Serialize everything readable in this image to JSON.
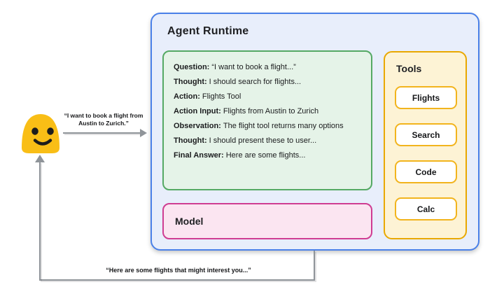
{
  "user": {
    "emoji": "smiling-blob-face",
    "request_text": "“I want to book a flight from Austin to Zurich.”",
    "response_text": "“Here are some flights that might interest you...”"
  },
  "agent_runtime": {
    "title": "Agent Runtime",
    "scratchpad": {
      "lines": [
        {
          "label": "Question:",
          "text": "“I want to book a flight...”"
        },
        {
          "label": "Thought:",
          "text": "I should search for flights..."
        },
        {
          "label": "Action:",
          "text": "Flights Tool"
        },
        {
          "label": "Action Input:",
          "text": "Flights from Austin to Zurich"
        },
        {
          "label": "Observation:",
          "text": "The flight tool returns many options"
        },
        {
          "label": "Thought:",
          "text": "I should present these to user..."
        },
        {
          "label": "Final Answer:",
          "text": "Here are some flights..."
        }
      ]
    },
    "model": {
      "label": "Model"
    },
    "tools": {
      "title": "Tools",
      "buttons": [
        "Flights",
        "Search",
        "Code",
        "Calc"
      ]
    }
  },
  "colors": {
    "panel_border": "#4a80e8",
    "panel_fill": "#e8eefb",
    "scratchpad_border": "#55a964",
    "scratchpad_fill": "#e5f3e8",
    "tools_border": "#e9a800",
    "tools_fill": "#fdf3d5",
    "tool_button_border": "#f2b41d",
    "model_border": "#cf3d92",
    "model_fill": "#fbe5f1",
    "emoji_yellow": "#f9be16",
    "arrow_gray": "#8f9499",
    "text": "#202124"
  }
}
